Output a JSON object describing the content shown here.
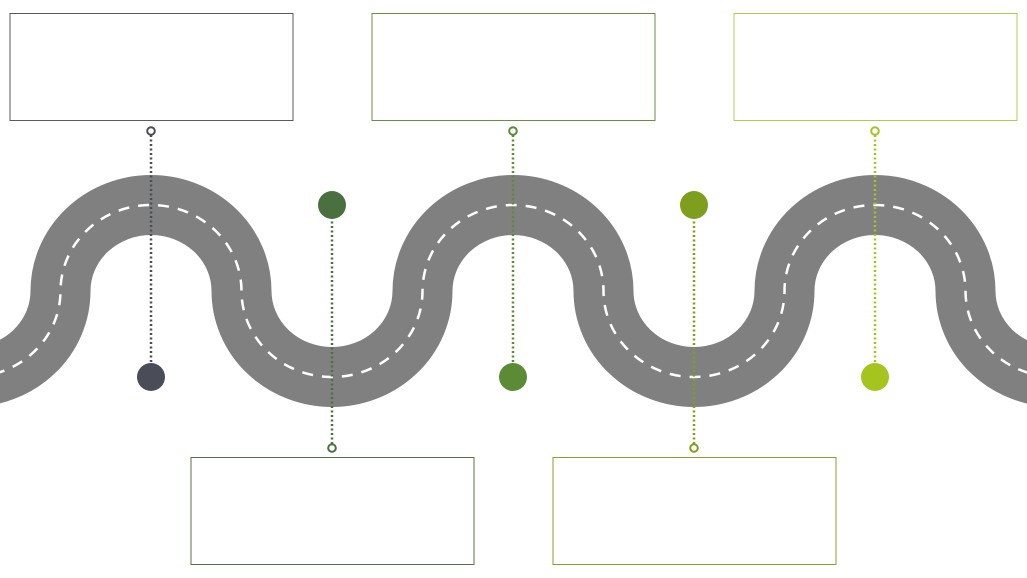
{
  "road": {
    "color": "#808080",
    "dash_color": "#ffffff"
  },
  "milestones": [
    {
      "color": "#4a4d57",
      "box_border": "#5a5a5a",
      "box_position": "top"
    },
    {
      "color": "#4a7040",
      "box_border": "#55704a",
      "box_position": "bottom"
    },
    {
      "color": "#5b8c35",
      "box_border": "#6a8f40",
      "box_position": "top"
    },
    {
      "color": "#7f9e1e",
      "box_border": "#86a22a",
      "box_position": "bottom"
    },
    {
      "color": "#a6c41e",
      "box_border": "#b0cc50",
      "box_position": "top"
    }
  ]
}
